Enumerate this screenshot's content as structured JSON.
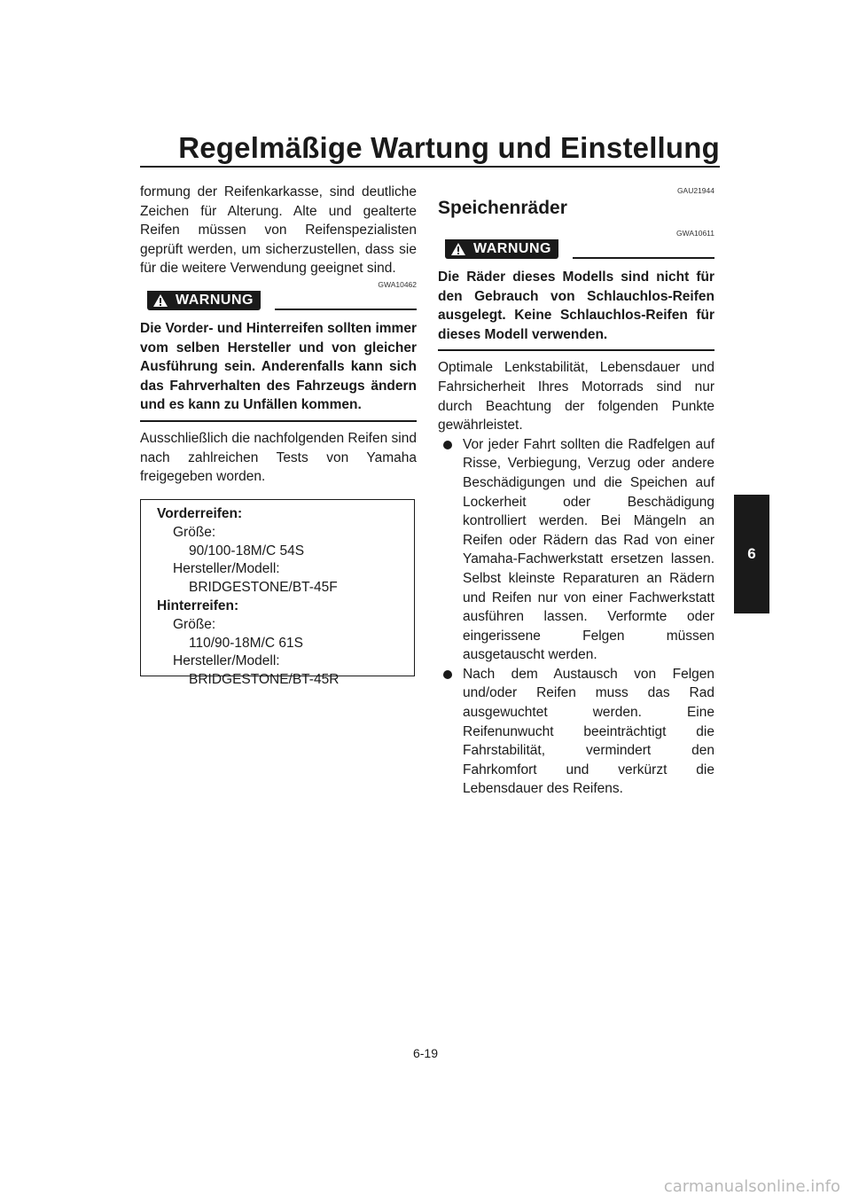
{
  "header": {
    "title": "Regelmäßige Wartung und Einstellung"
  },
  "tab": {
    "label": "6"
  },
  "left": {
    "intro": "formung der Reifenkarkasse, sind deutliche Zeichen für Alterung. Alte und gealterte Reifen müssen von Reifenspezialisten geprüft werden, um sicherzustellen, dass sie für die weitere Verwendung geeignet sind.",
    "warning_code": "GWA10462",
    "warning_label": "WARNUNG",
    "warning_text": "Die Vorder- und Hinterreifen sollten immer vom selben Hersteller und von gleicher Ausführung sein. Anderenfalls kann sich das Fahrverhalten des Fahrzeugs ändern und es kann zu Unfällen kommen.",
    "after_warning": "Ausschließlich die nachfolgenden Reifen sind nach zahlreichen Tests von Yamaha freigegeben worden."
  },
  "spec_box": {
    "front_label": "Vorderreifen:",
    "front_size_label": "Größe:",
    "front_size_value": "90/100-18M/C 54S",
    "front_maker_label": "Hersteller/Modell:",
    "front_maker_value": "BRIDGESTONE/BT-45F",
    "rear_label": "Hinterreifen:",
    "rear_size_label": "Größe:",
    "rear_size_value": "110/90-18M/C 61S",
    "rear_maker_label": "Hersteller/Modell:",
    "rear_maker_value": "BRIDGESTONE/BT-45R"
  },
  "right": {
    "section_code": "GAU21944",
    "section_title": "Speichenräder",
    "warning_code": "GWA10611",
    "warning_label": "WARNUNG",
    "warning_text": "Die Räder dieses Modells sind nicht für den Gebrauch von Schlauchlos-Reifen ausgelegt. Keine Schlauchlos-Reifen für dieses Modell verwenden.",
    "intro": "Optimale Lenkstabilität, Lebensdauer und Fahrsicherheit Ihres Motorrads sind nur durch Beachtung der folgenden Punkte gewährleistet.",
    "bullets": [
      "Vor jeder Fahrt sollten die Radfelgen auf Risse, Verbiegung, Verzug oder andere Beschädigungen und die Speichen auf Lockerheit oder Beschädigung kontrolliert werden. Bei Mängeln an Reifen oder Rädern das Rad von einer Yamaha-Fachwerkstatt ersetzen lassen. Selbst kleinste Reparaturen an Rädern und Reifen nur von einer Fachwerkstatt ausführen lassen. Verformte oder eingerissene Felgen müssen ausgetauscht werden.",
      "Nach dem Austausch von Felgen und/oder Reifen muss das Rad ausgewuchtet werden. Eine Reifenunwucht beeinträchtigt die Fahrstabilität, vermindert den Fahrkomfort und verkürzt die Lebensdauer des Reifens."
    ]
  },
  "footer": {
    "page_number": "6-19",
    "watermark": "carmanualsonline.info"
  }
}
